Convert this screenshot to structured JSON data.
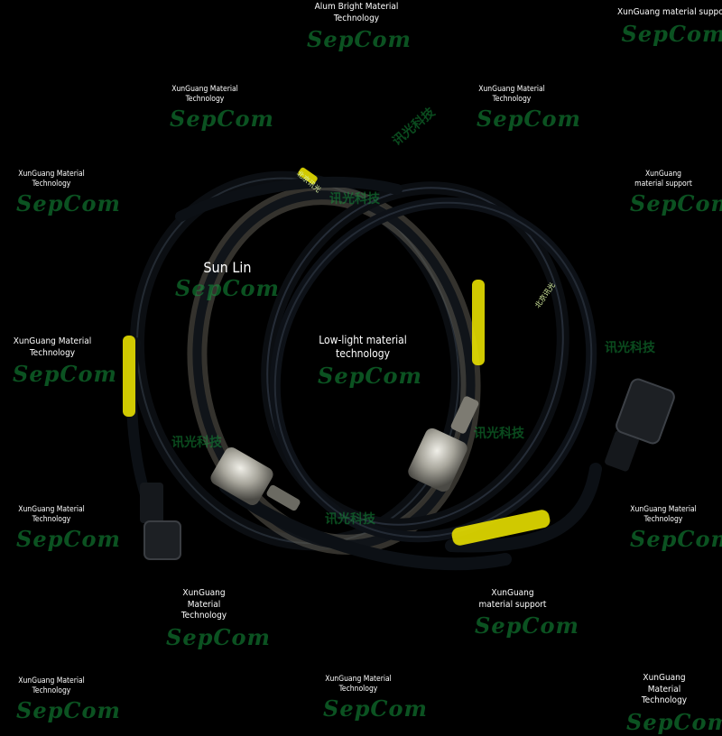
{
  "watermark_text": {
    "alum_bright": "Alum Bright Material Technology",
    "material_support": "XunGuang material support",
    "material_technology": "XunGuang Material Technology",
    "low_light": "Low-light material technology",
    "sun_lin": "Sun Lin"
  },
  "logo_text": "SepCom",
  "chinese_watermark": "讯光科技",
  "stamp_text": "北京讯光",
  "colors": {
    "cable": "#0d1116",
    "yellow_sleeve": "#e8e000",
    "watermark_green": "#149c3c"
  }
}
